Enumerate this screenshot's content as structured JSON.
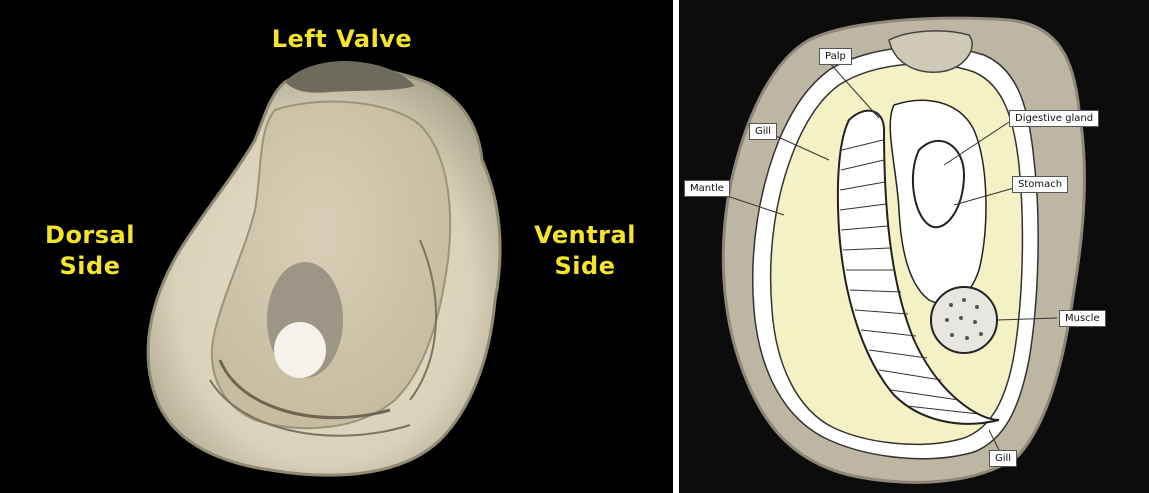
{
  "left_photo": {
    "title": "Left Valve",
    "dorsal_label": "Dorsal\nSide",
    "ventral_label": "Ventral\nSide"
  },
  "right_diagram": {
    "labels": {
      "palp": "Palp",
      "gill_top": "Gill",
      "digestive_gland": "Digestive gland",
      "mantle": "Mantle",
      "stomach": "Stomach",
      "muscle": "Muscle",
      "gill_bottom": "Gill"
    }
  },
  "colors": {
    "label_yellow": "#f4e52a",
    "background": "#000000",
    "mantle_fill": "#f4f1c4"
  }
}
